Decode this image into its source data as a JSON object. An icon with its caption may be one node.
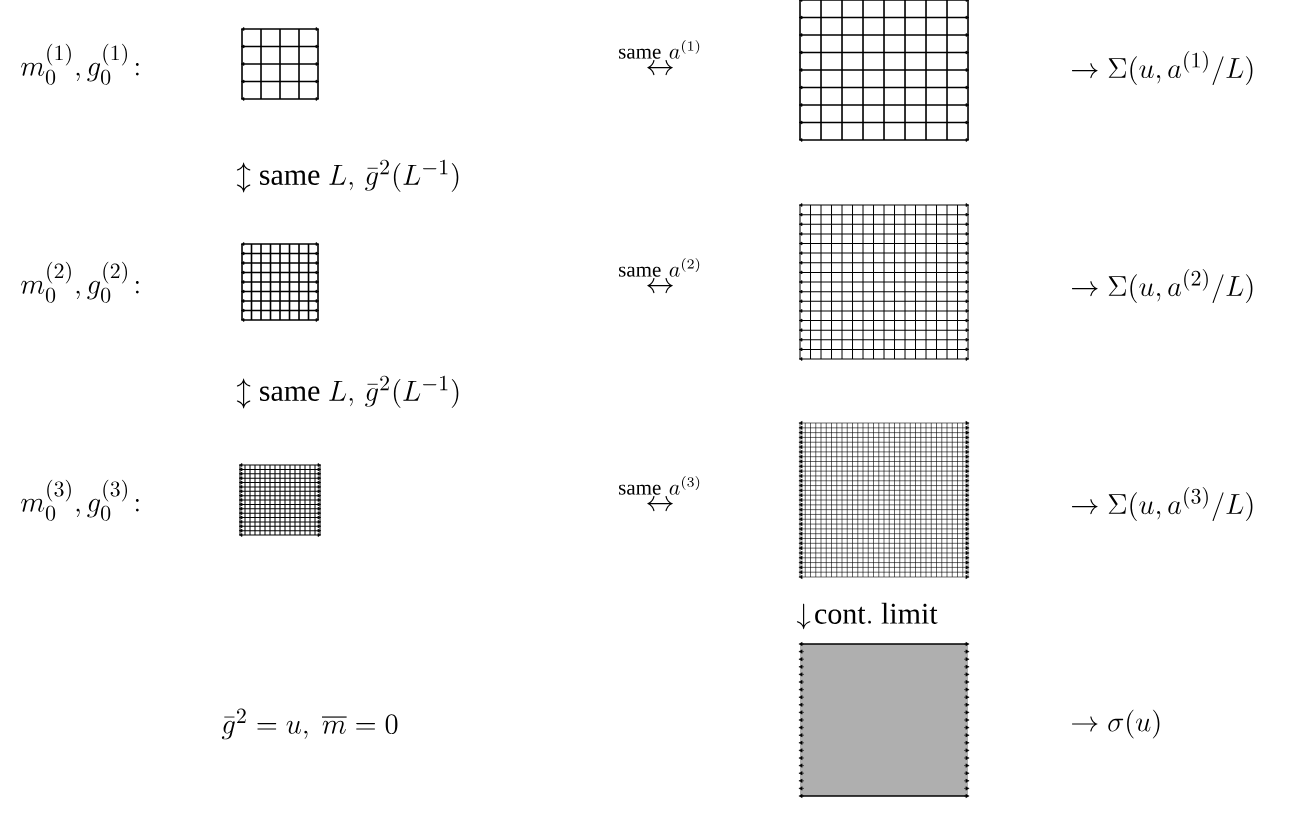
{
  "diagram": {
    "nodes": [
      {
        "text": [],
        "shape": "grid"
      },
      {
        "text": [],
        "shape": "grid"
      },
      {
        "text": [],
        "shape": "grid"
      },
      {
        "text": [],
        "shape": "grid"
      },
      {
        "text": [],
        "shape": "grid"
      },
      {
        "text": [],
        "shape": "grid"
      },
      {
        "text": [],
        "shape": "box"
      }
    ],
    "labels": [
      "m_0^{(1)}, g_0^{(1)}\\!:",
      "\\overset{\\mathrm{same}\\ a^{(1)}}{\\leftrightarrow}",
      "\\to \\Sigma(u, a^{(1)}/L)",
      "\\updownarrow \\mathrm{same}\\ L,\\, \\bar g^2(L^{-1})",
      "m_0^{(2)}, g_0^{(2)}\\!:",
      "\\overset{\\mathrm{same}\\ a^{(2)}}{\\leftrightarrow}",
      "\\to \\Sigma(u, a^{(2)}/L)",
      "\\updownarrow \\mathrm{same}\\ L,\\, \\bar g^2(L^{-1})",
      "m_0^{(3)}, g_0^{(3)}\\!:",
      "\\overset{\\mathrm{same}\\ a^{(3)}}{\\leftrightarrow}",
      "\\to \\Sigma(u, a^{(3)}/L)",
      "\\downarrow\\!\\mathrm{cont.\\ limit}",
      "\\bar g^2 = u,\\ \\overline{m} = 0",
      "\\to \\sigma(u)"
    ]
  }
}
